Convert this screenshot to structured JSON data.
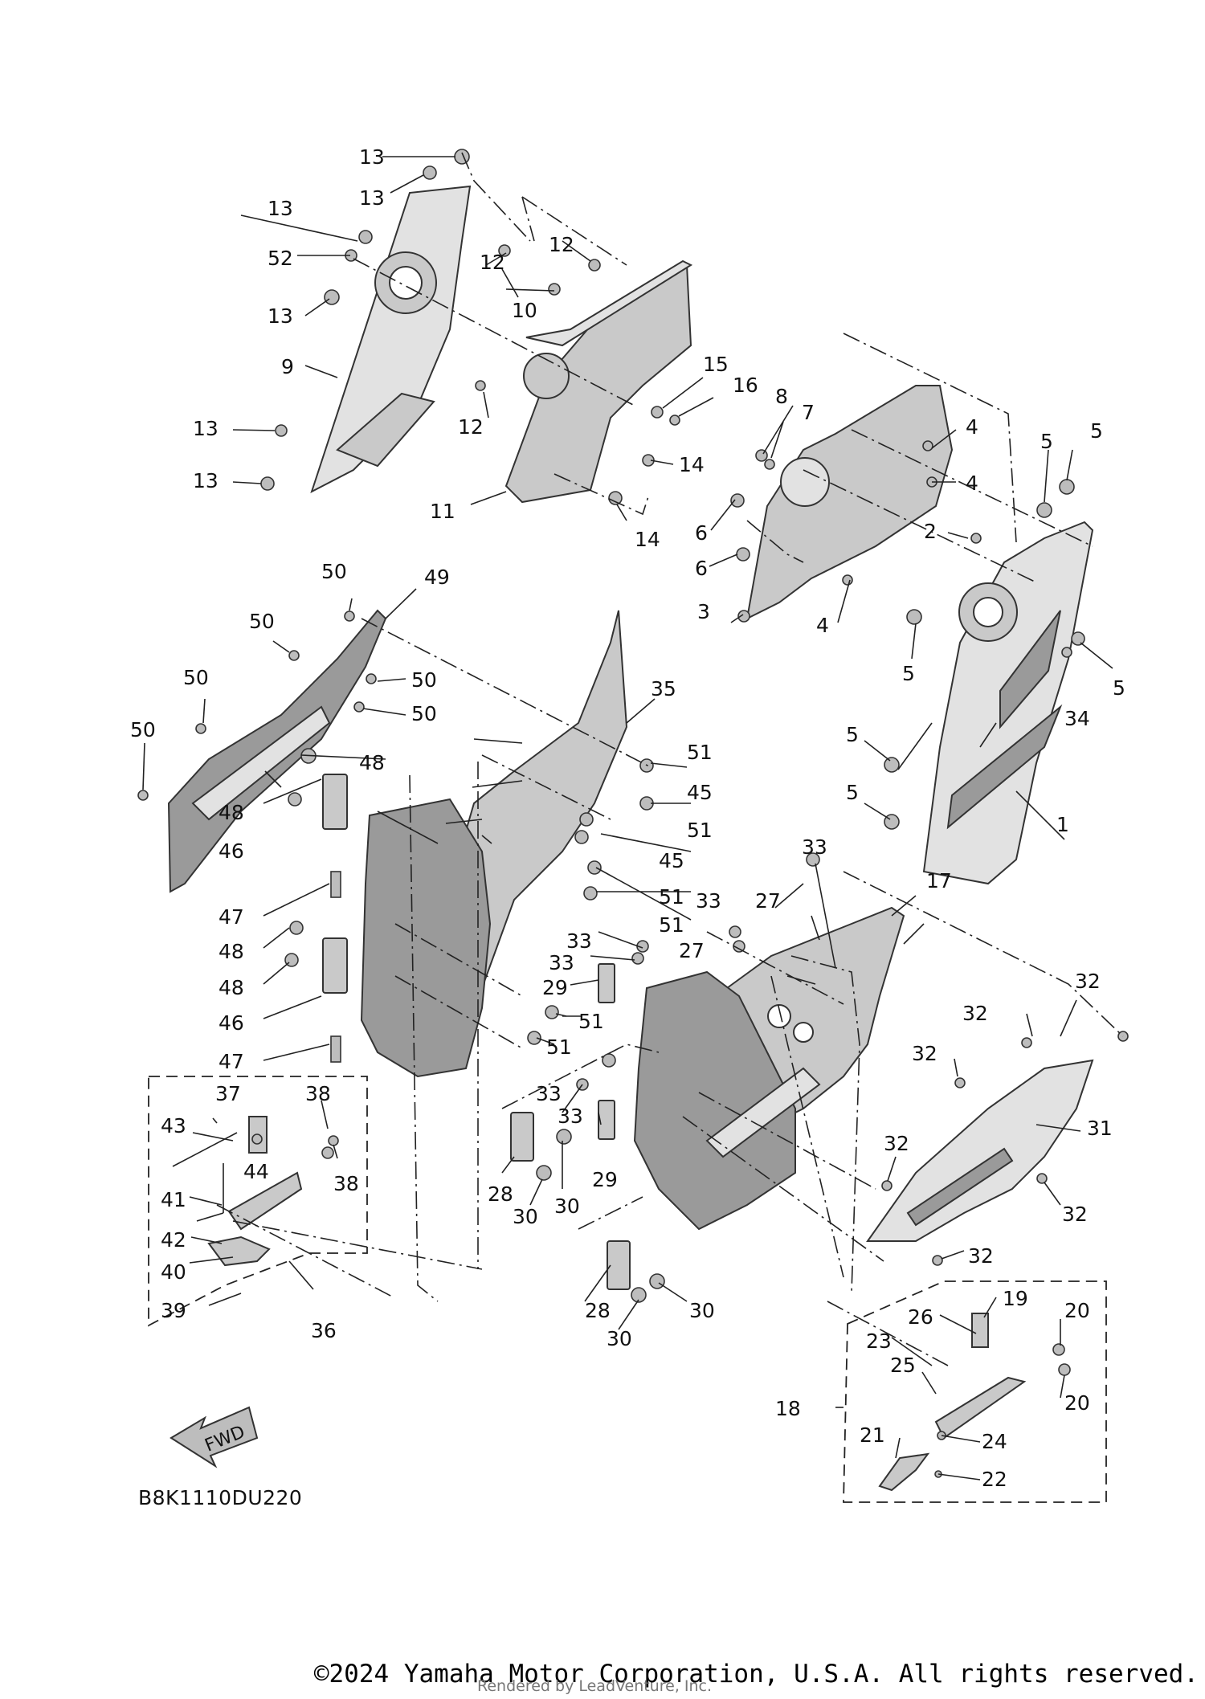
{
  "diagram": {
    "code": "B8K1110DU220",
    "fwd_label": "FWD",
    "callouts": [
      "1",
      "2",
      "3",
      "4",
      "5",
      "6",
      "7",
      "8",
      "9",
      "10",
      "11",
      "12",
      "13",
      "14",
      "15",
      "16",
      "17",
      "18",
      "19",
      "20",
      "21",
      "22",
      "23",
      "24",
      "25",
      "26",
      "27",
      "28",
      "29",
      "30",
      "31",
      "32",
      "33",
      "34",
      "35",
      "36",
      "37",
      "38",
      "39",
      "40",
      "41",
      "42",
      "43",
      "44",
      "45",
      "46",
      "47",
      "48",
      "49",
      "50",
      "51",
      "52"
    ]
  },
  "footer": {
    "copyright": "©2024 Yamaha Motor Corporation, U.S.A. All rights reserved.",
    "watermark": "Rendered by LeadVenture, Inc."
  }
}
